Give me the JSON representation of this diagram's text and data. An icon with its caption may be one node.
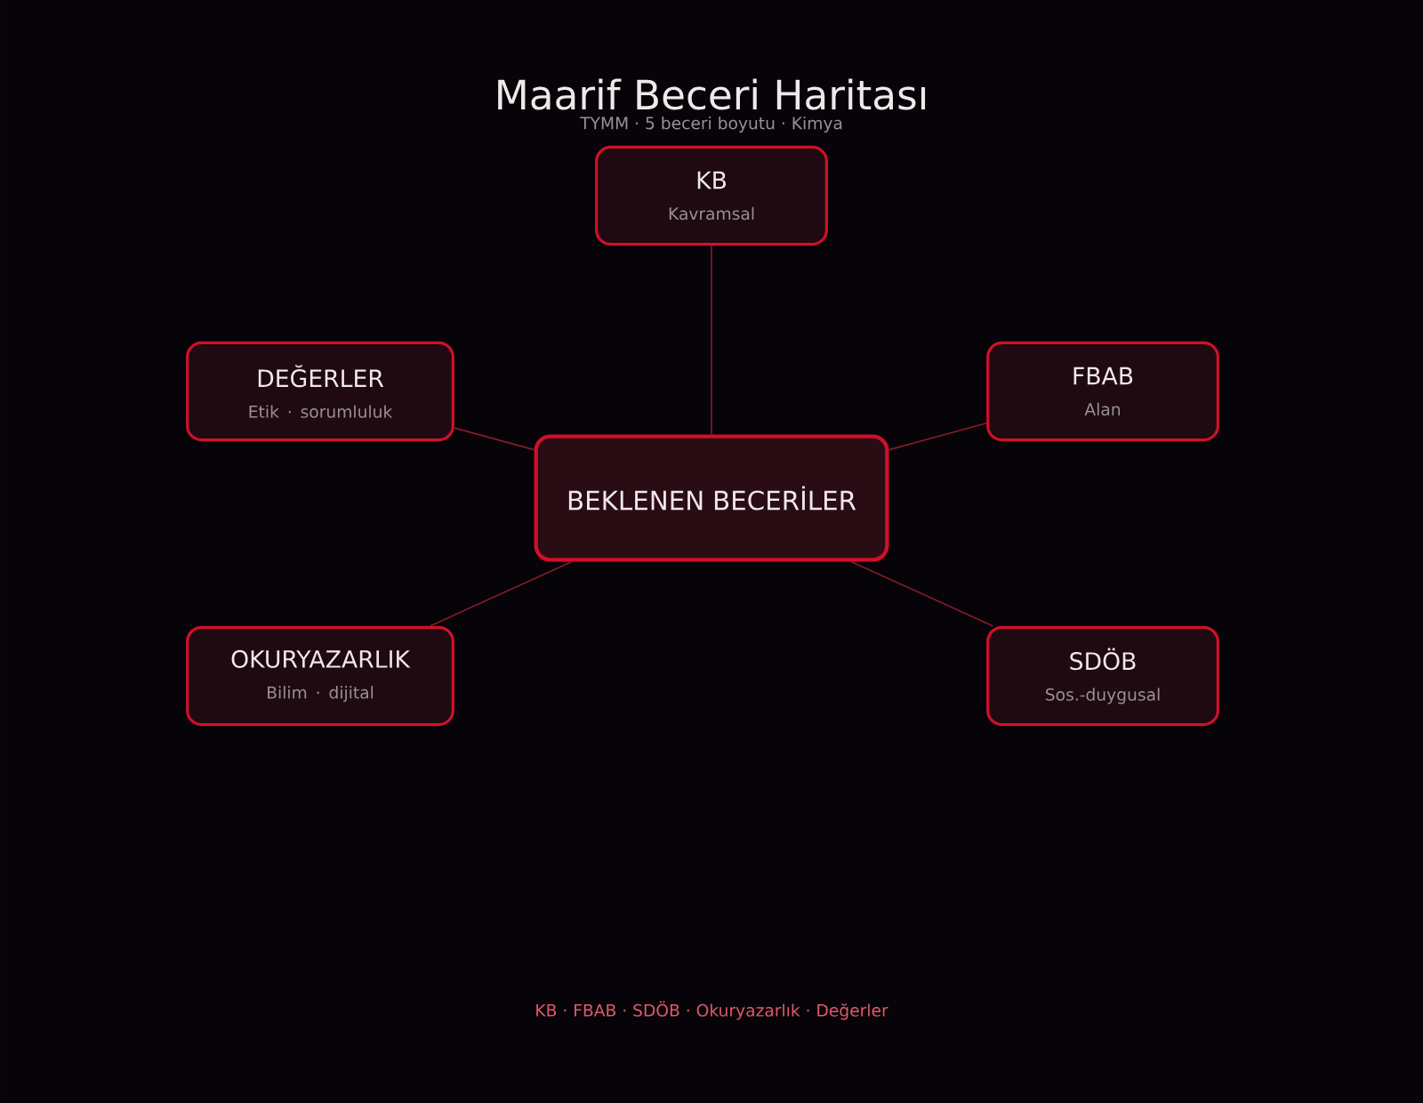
{
  "diagram": {
    "title": "Maarif Beceri Haritası",
    "nodes": [
      {
        "text": [
          "KB",
          "Kavramsal"
        ]
      },
      {
        "text": [
          "DEĞERLER",
          "Etik · sorumluluk"
        ]
      },
      {
        "text": [
          "FBAB",
          "Alan"
        ]
      },
      {
        "text": [
          "BEKLENEN BECERİLER"
        ]
      },
      {
        "text": [
          "OKURYAZARLIK",
          "Bilim · dijital"
        ]
      },
      {
        "text": [
          "SDÖB",
          "Sos.-duygusal"
        ]
      }
    ],
    "edges": [
      {
        "from": 3,
        "to": 0,
        "arrow": "none"
      },
      {
        "from": 3,
        "to": 1,
        "arrow": "none"
      },
      {
        "from": 3,
        "to": 2,
        "arrow": "none"
      },
      {
        "from": 3,
        "to": 4,
        "arrow": "none"
      },
      {
        "from": 3,
        "to": 5,
        "arrow": "none"
      }
    ],
    "labels": [
      "TYMM · 5 beceri boyutu · Kimya",
      "KB · FBAB · SDÖB · Okuryazarlık · Değerler"
    ]
  }
}
